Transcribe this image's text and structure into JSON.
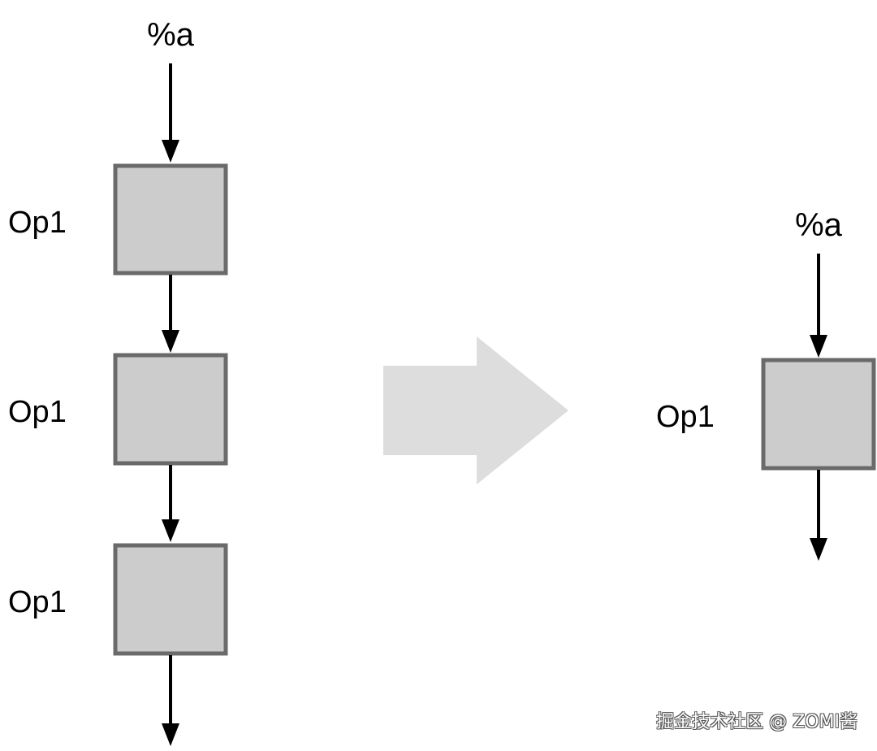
{
  "colors": {
    "node_fill": "#cccccc",
    "node_stroke": "#6a6a6a",
    "edge": "#000000",
    "transform_arrow": "#dddddd"
  },
  "before": {
    "input_label": "%a",
    "nodes": [
      {
        "label": "Op1"
      },
      {
        "label": "Op1"
      },
      {
        "label": "Op1"
      }
    ]
  },
  "transform_arrow_icon": "right-block-arrow-icon",
  "after": {
    "input_label": "%a",
    "nodes": [
      {
        "label": "Op1"
      }
    ]
  },
  "watermark": "掘金技术社区 @ ZOMI酱"
}
